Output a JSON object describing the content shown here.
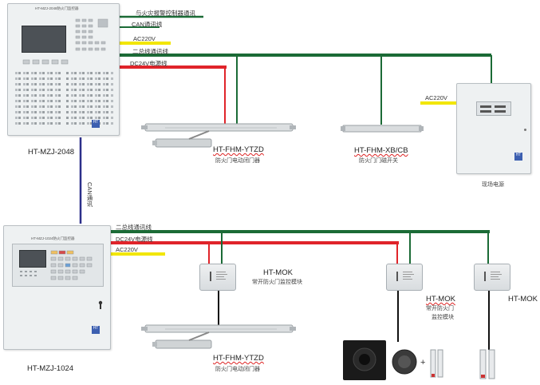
{
  "top_controller": {
    "header": "HT-MZJ-2048防火门监控器",
    "model": "HT-MZJ-2048",
    "bus_labels": {
      "alarm_link": "与火灾报警控制器通讯",
      "can": "CAN通讯线",
      "ac": "AC220V",
      "twobus": "二总线通讯线",
      "dc": "DC24V电源线"
    }
  },
  "can_bus_vertical": "CAN通讯",
  "devices_top": [
    {
      "model": "HT-FHM-YTZD",
      "desc": "防火门电动闭门器"
    },
    {
      "model": "HT-FHM-XB/CB",
      "desc": "防火门门磁开关"
    }
  ],
  "power_supply": {
    "ac_label": "AC220V",
    "caption": "现场电源"
  },
  "bottom_controller": {
    "header": "HT-MZJ-1024防火门监控器",
    "model": "HT-MZJ-1024",
    "bus_labels": {
      "twobus": "二总线通讯线",
      "dc": "DC24V电源线",
      "ac": "AC220V"
    }
  },
  "modules": [
    {
      "model": "HT-MOK",
      "desc": "常开防火门监控模块"
    },
    {
      "model": "HT-MOK",
      "desc_line1": "常开防火门",
      "desc_line2": "监控模块"
    },
    {
      "model": "HT-MOK"
    }
  ],
  "devices_bottom": [
    {
      "model": "HT-FHM-YTZD",
      "desc": "防火门电动闭门器"
    }
  ],
  "plus_sign": "+",
  "colors": {
    "green_bus": "#1b6b36",
    "red_power": "#e0242a",
    "yellow_ac": "#f2e600",
    "blue_can": "#2c2f8a"
  }
}
